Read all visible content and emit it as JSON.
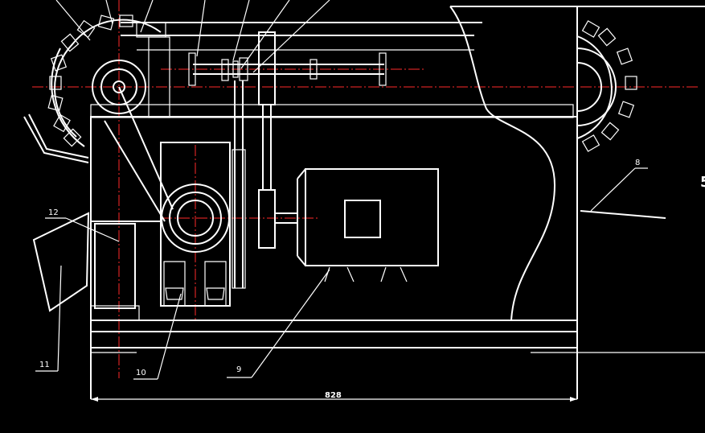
{
  "drawing": {
    "background_color": "#000000",
    "line_color": "#ffffff",
    "centerline_color": "#ff2a2a",
    "part_labels": [
      {
        "id": "label-8",
        "text": "8"
      },
      {
        "id": "label-9",
        "text": "9"
      },
      {
        "id": "label-10",
        "text": "10"
      },
      {
        "id": "label-11",
        "text": "11"
      },
      {
        "id": "label-12",
        "text": "12"
      }
    ],
    "overall_dimension": "828",
    "edge_glyph": "5"
  }
}
